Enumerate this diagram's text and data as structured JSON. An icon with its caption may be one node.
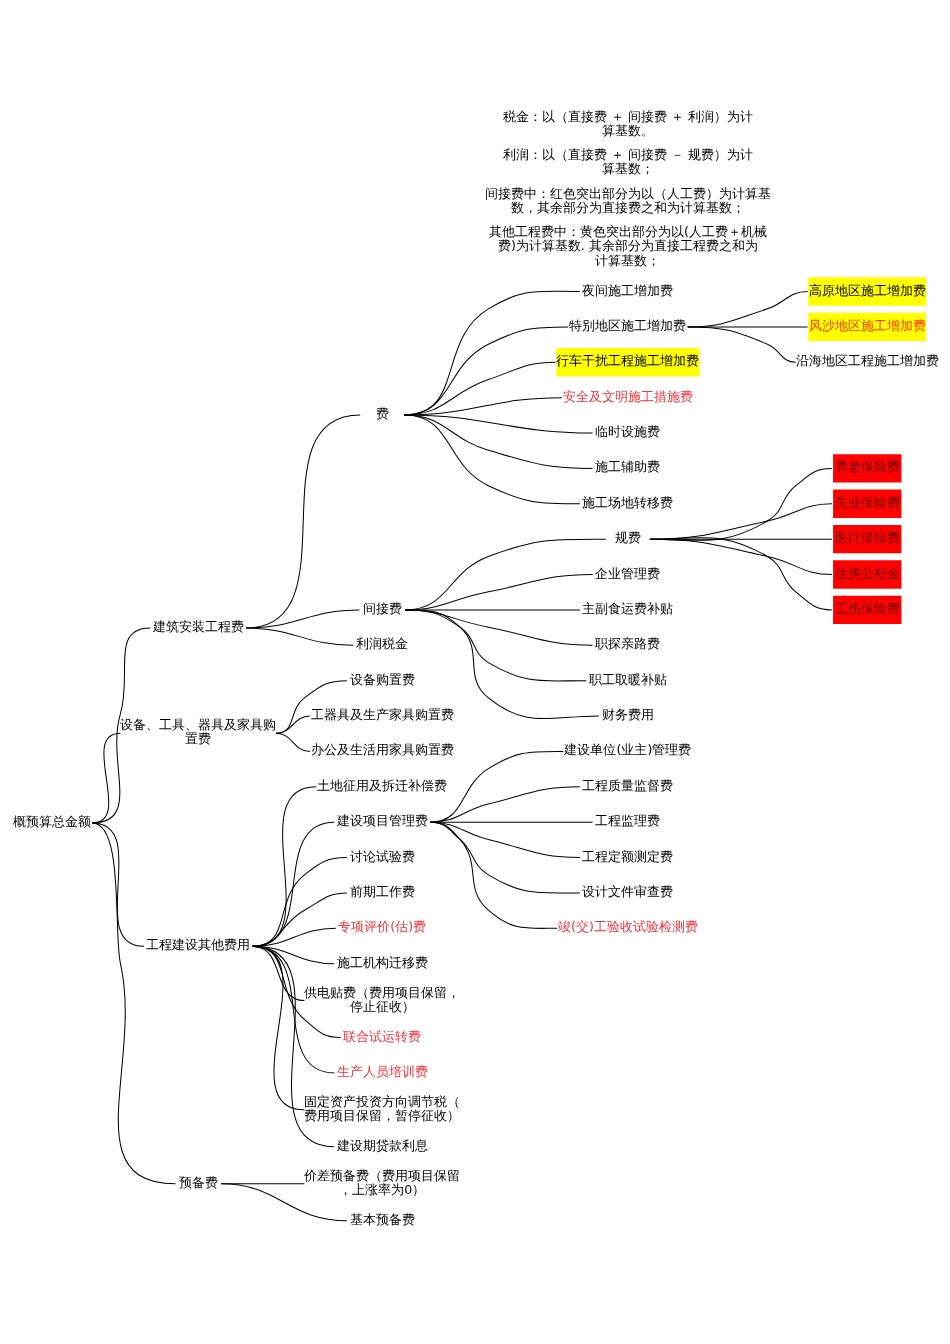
{
  "diagram": {
    "nodes": [
      {
        "text": [
          "概预算总金额"
        ]
      },
      {
        "text": [
          "建筑安装工程费"
        ]
      },
      {
        "text": [
          "费"
        ]
      },
      {
        "text": [
          "夜间施工增加费"
        ]
      },
      {
        "text": [
          "特别地区施工增加费"
        ]
      },
      {
        "text": [
          "高原地区施工增加费"
        ]
      },
      {
        "text": [
          "风沙地区施工增加费"
        ]
      },
      {
        "text": [
          "沿海地区工程施工增加费"
        ]
      },
      {
        "text": [
          "行车干扰工程施工增加费"
        ]
      },
      {
        "text": [
          "安全及文明施工措施费"
        ]
      },
      {
        "text": [
          "临时设施费"
        ]
      },
      {
        "text": [
          "施工辅助费"
        ]
      },
      {
        "text": [
          "施工场地转移费"
        ]
      },
      {
        "text": [
          "间接费"
        ]
      },
      {
        "text": [
          "规费"
        ]
      },
      {
        "text": [
          "养老保险费"
        ]
      },
      {
        "text": [
          "失业保险费"
        ]
      },
      {
        "text": [
          "医疗保险费"
        ]
      },
      {
        "text": [
          "住房公积金"
        ]
      },
      {
        "text": [
          "工伤保险费"
        ]
      },
      {
        "text": [
          "企业管理费"
        ]
      },
      {
        "text": [
          "主副食运费补贴"
        ]
      },
      {
        "text": [
          "职探亲路费"
        ]
      },
      {
        "text": [
          "职工取暖补贴"
        ]
      },
      {
        "text": [
          "财务费用"
        ]
      },
      {
        "text": [
          "利润税金"
        ]
      },
      {
        "text": [
          "设备、工具、器具及家具购置费"
        ]
      },
      {
        "text": [
          "设备购置费"
        ]
      },
      {
        "text": [
          "工器具及生产家具购置费"
        ]
      },
      {
        "text": [
          "办公及生活用家具购置费"
        ]
      },
      {
        "text": [
          "工程建设其他费用"
        ]
      },
      {
        "text": [
          "土地征用及拆迁补偿费"
        ]
      },
      {
        "text": [
          "建设项目管理费"
        ]
      },
      {
        "text": [
          "建设单位(业主)管理费"
        ]
      },
      {
        "text": [
          "工程质量监督费"
        ]
      },
      {
        "text": [
          "工程监理费"
        ]
      },
      {
        "text": [
          "工程定额测定费"
        ]
      },
      {
        "text": [
          "设计文件审查费"
        ]
      },
      {
        "text": [
          "竣(交)工验收试验检测费"
        ]
      },
      {
        "text": [
          "讨论试验费"
        ]
      },
      {
        "text": [
          "前期工作费"
        ]
      },
      {
        "text": [
          "专项评价(估)费"
        ]
      },
      {
        "text": [
          "施工机构迁移费"
        ]
      },
      {
        "text": [
          "供电贴费（费用项目保留，停止征收）"
        ]
      },
      {
        "text": [
          "联合试运转费"
        ]
      },
      {
        "text": [
          "生产人员培训费"
        ]
      },
      {
        "text": [
          "固定资产投资方向调节税（费用项目保留，暂停征收）"
        ]
      },
      {
        "text": [
          "建设期贷款利息"
        ]
      },
      {
        "text": [
          "预备费"
        ]
      },
      {
        "text": [
          "价差预备费（费用项目保留，上涨率为0）"
        ]
      },
      {
        "text": [
          "基本预备费"
        ]
      }
    ],
    "edges": [
      {
        "from": 0,
        "to": 1,
        "arrow": "none"
      },
      {
        "from": 1,
        "to": 2,
        "arrow": "none"
      },
      {
        "from": 2,
        "to": 3,
        "arrow": "none"
      },
      {
        "from": 2,
        "to": 4,
        "arrow": "none"
      },
      {
        "from": 4,
        "to": 5,
        "arrow": "none"
      },
      {
        "from": 4,
        "to": 6,
        "arrow": "none"
      },
      {
        "from": 4,
        "to": 7,
        "arrow": "none"
      },
      {
        "from": 2,
        "to": 8,
        "arrow": "none"
      },
      {
        "from": 2,
        "to": 9,
        "arrow": "none"
      },
      {
        "from": 2,
        "to": 10,
        "arrow": "none"
      },
      {
        "from": 2,
        "to": 11,
        "arrow": "none"
      },
      {
        "from": 2,
        "to": 12,
        "arrow": "none"
      },
      {
        "from": 1,
        "to": 13,
        "arrow": "none"
      },
      {
        "from": 13,
        "to": 14,
        "arrow": "none"
      },
      {
        "from": 14,
        "to": 15,
        "arrow": "none"
      },
      {
        "from": 14,
        "to": 16,
        "arrow": "none"
      },
      {
        "from": 14,
        "to": 17,
        "arrow": "none"
      },
      {
        "from": 14,
        "to": 18,
        "arrow": "none"
      },
      {
        "from": 14,
        "to": 19,
        "arrow": "none"
      },
      {
        "from": 13,
        "to": 20,
        "arrow": "none"
      },
      {
        "from": 13,
        "to": 21,
        "arrow": "none"
      },
      {
        "from": 13,
        "to": 22,
        "arrow": "none"
      },
      {
        "from": 13,
        "to": 23,
        "arrow": "none"
      },
      {
        "from": 13,
        "to": 24,
        "arrow": "none"
      },
      {
        "from": 1,
        "to": 25,
        "arrow": "none"
      },
      {
        "from": 0,
        "to": 26,
        "arrow": "none"
      },
      {
        "from": 26,
        "to": 27,
        "arrow": "none"
      },
      {
        "from": 26,
        "to": 28,
        "arrow": "none"
      },
      {
        "from": 26,
        "to": 29,
        "arrow": "none"
      },
      {
        "from": 0,
        "to": 30,
        "arrow": "none"
      },
      {
        "from": 30,
        "to": 31,
        "arrow": "none"
      },
      {
        "from": 30,
        "to": 32,
        "arrow": "none"
      },
      {
        "from": 32,
        "to": 33,
        "arrow": "none"
      },
      {
        "from": 32,
        "to": 34,
        "arrow": "none"
      },
      {
        "from": 32,
        "to": 35,
        "arrow": "none"
      },
      {
        "from": 32,
        "to": 36,
        "arrow": "none"
      },
      {
        "from": 32,
        "to": 37,
        "arrow": "none"
      },
      {
        "from": 32,
        "to": 38,
        "arrow": "none"
      },
      {
        "from": 30,
        "to": 39,
        "arrow": "none"
      },
      {
        "from": 30,
        "to": 40,
        "arrow": "none"
      },
      {
        "from": 30,
        "to": 41,
        "arrow": "none"
      },
      {
        "from": 30,
        "to": 42,
        "arrow": "none"
      },
      {
        "from": 30,
        "to": 43,
        "arrow": "none"
      },
      {
        "from": 30,
        "to": 44,
        "arrow": "none"
      },
      {
        "from": 30,
        "to": 45,
        "arrow": "none"
      },
      {
        "from": 30,
        "to": 46,
        "arrow": "none"
      },
      {
        "from": 30,
        "to": 47,
        "arrow": "none"
      },
      {
        "from": 0,
        "to": 48,
        "arrow": "none"
      },
      {
        "from": 48,
        "to": 49,
        "arrow": "none"
      },
      {
        "from": 48,
        "to": 50,
        "arrow": "none"
      }
    ],
    "labels": [
      "其他工程费中：黄色突出部分为以(人工费＋机械费)为计算基数. 其余部分为直接工程费之和为计算基数；",
      "间接费中：红色突出部分为以（人工费）为计算基数，其余部分为直接费之和为计算基数；",
      "利润：以（直接费 ＋ 间接费 － 规费）为计算基数；",
      "税金：以（直接费 ＋ 间接费 ＋ 利润）为计算基数。"
    ]
  }
}
